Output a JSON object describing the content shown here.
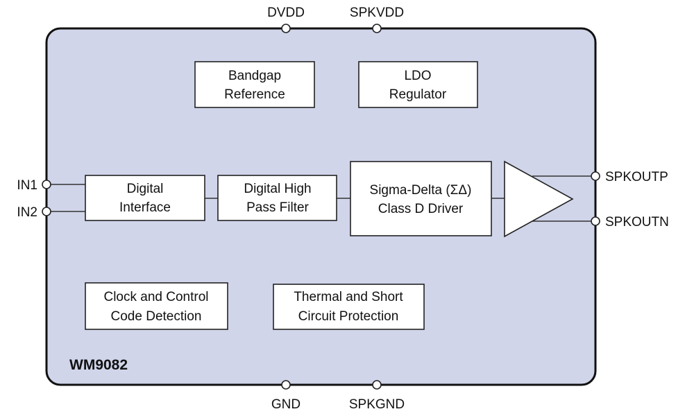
{
  "chip": {
    "name": "WM9082",
    "fill_color": "#d0d5ea"
  },
  "pins": {
    "dvdd": "DVDD",
    "spkvdd": "SPKVDD",
    "gnd": "GND",
    "spkgnd": "SPKGND",
    "in1": "IN1",
    "in2": "IN2",
    "spkoutp": "SPKOUTP",
    "spkoutn": "SPKOUTN"
  },
  "blocks": {
    "bandgap": [
      "Bandgap",
      "Reference"
    ],
    "ldo": [
      "LDO",
      "Regulator"
    ],
    "digital_interface": [
      "Digital",
      "Interface"
    ],
    "hpf": [
      "Digital High",
      "Pass Filter"
    ],
    "sigma_delta": [
      "Sigma-Delta (ΣΔ)",
      "Class D Driver"
    ],
    "clock": [
      "Clock and Control",
      "Code Detection"
    ],
    "thermal": [
      "Thermal and Short",
      "Circuit Protection"
    ]
  }
}
